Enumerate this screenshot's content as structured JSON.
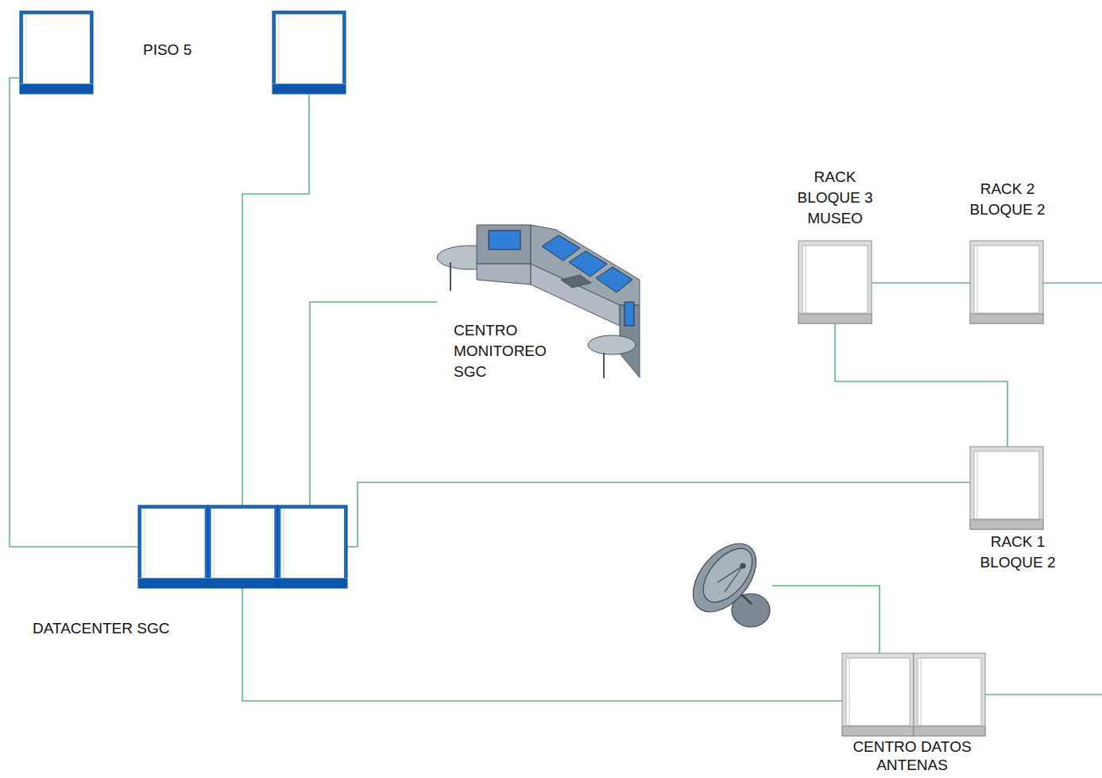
{
  "diagram": {
    "nodes": [
      {
        "text": [
          "RACK BLOQUE 3 MUSEO"
        ]
      },
      {
        "text": [
          "RACK 2 BLOQUE 2"
        ]
      },
      {
        "text": [
          "CENTRO MONITOREO SGC"
        ]
      },
      {
        "text": [
          "RACK 1 BLOQUE 2"
        ]
      },
      {
        "text": [
          "DATACENTER SGC"
        ]
      },
      {
        "text": [
          "CENTRO DATOS ANTENAS"
        ]
      }
    ],
    "edges": [
      {
        "from": 0,
        "to": 1,
        "arrow": "none"
      },
      {
        "from": 0,
        "to": 3,
        "arrow": "none"
      },
      {
        "from": 4,
        "to": 2,
        "arrow": "none"
      },
      {
        "from": 4,
        "to": 3,
        "arrow": "none"
      },
      {
        "from": 4,
        "to": 5,
        "arrow": "none"
      }
    ],
    "labels": [
      "PISO 5"
    ]
  }
}
